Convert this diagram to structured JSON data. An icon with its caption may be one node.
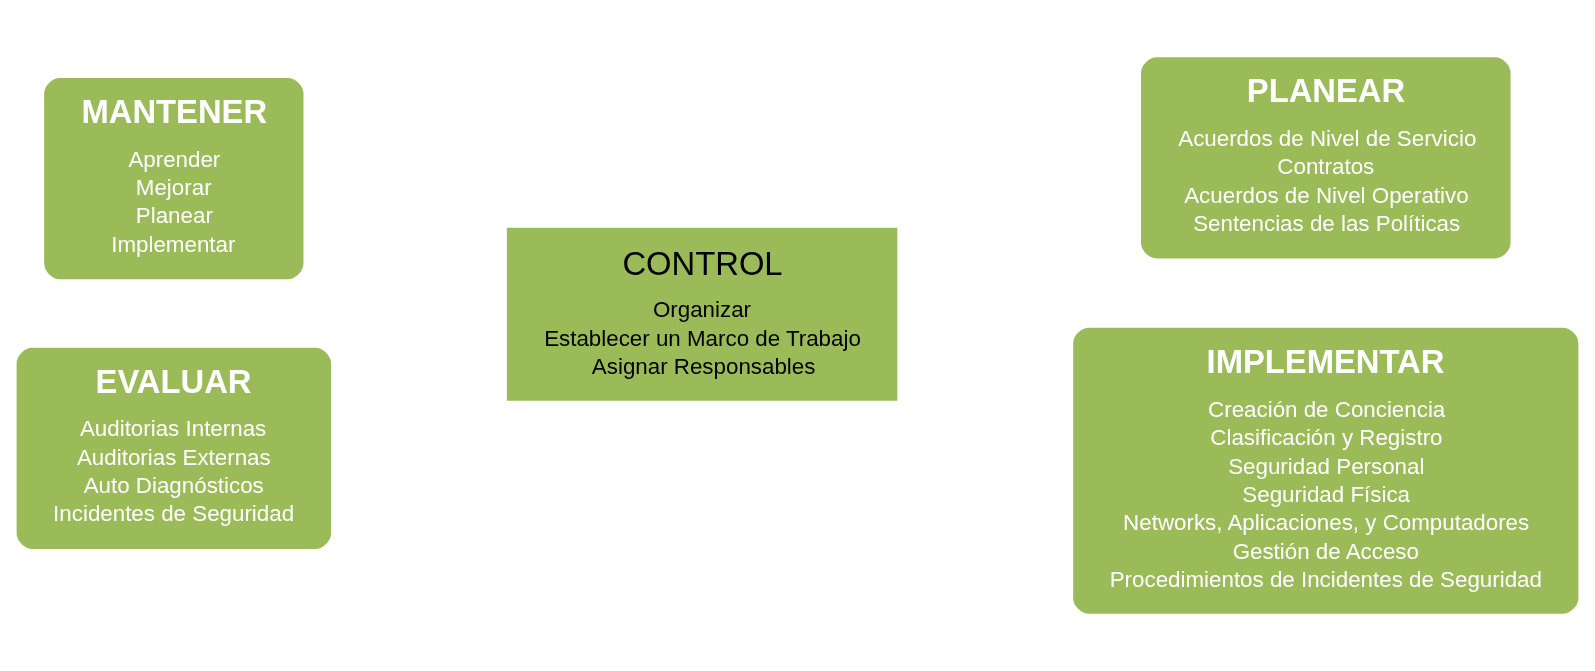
{
  "diagram": {
    "nodes": [
      {
        "text": [
          "MANTENER",
          "Aprender",
          "Mejorar",
          "Planear",
          "Implementar"
        ]
      },
      {
        "text": [
          "EVALUAR",
          "Auditorias Internas",
          "Auditorias Externas",
          "Auto Diagnósticos",
          "Incidentes de Seguridad"
        ]
      },
      {
        "text": [
          "CONTROL",
          "Organizar",
          "Establecer un Marco de Trabajo",
          "Asignar Responsables"
        ]
      },
      {
        "text": [
          "PLANEAR",
          "Acuerdos de Nivel de Servicio",
          "Contratos",
          "Acuerdos de Nivel Operativo",
          "Sentencias de las Políticas"
        ]
      },
      {
        "text": [
          "IMPLEMENTAR",
          "Creación de Conciencia",
          "Clasificación y Registro",
          "Seguridad Personal",
          "Seguridad Física",
          "Networks, Aplicaciones, y Computadores",
          "Gestión de Acceso",
          "Procedimientos de Incidentes de Seguridad"
        ]
      }
    ],
    "edges": []
  }
}
